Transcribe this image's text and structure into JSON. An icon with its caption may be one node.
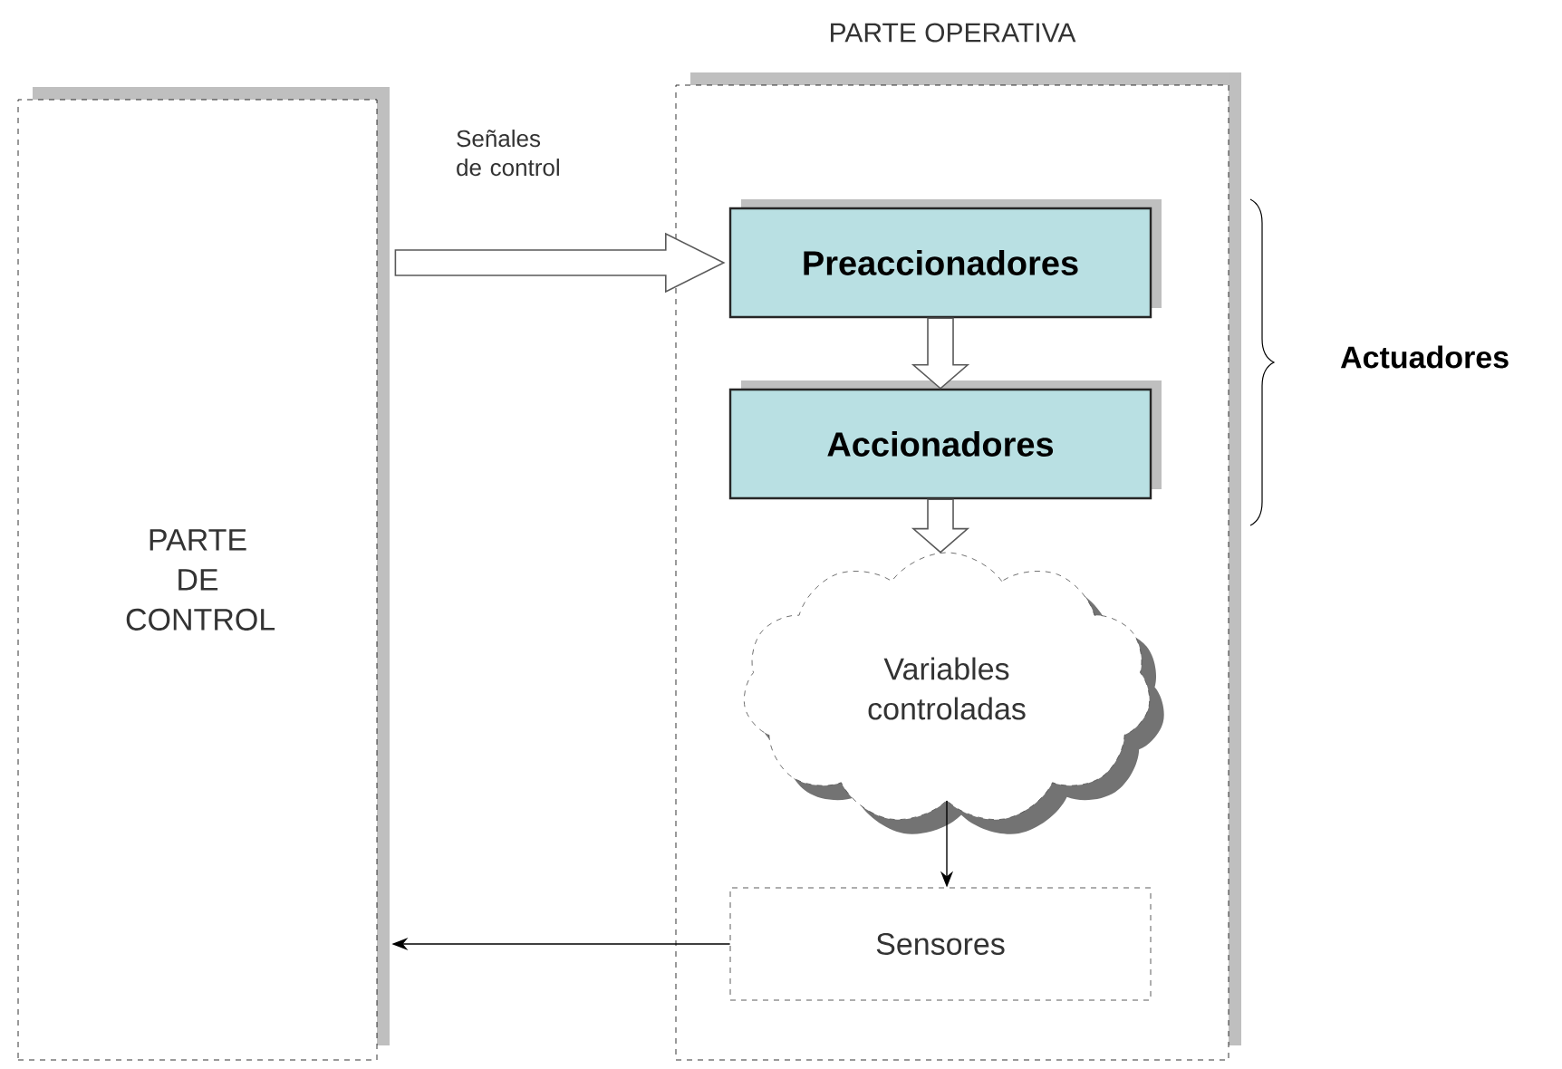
{
  "diagram": {
    "nodes": [
      {
        "text": [
          "PARTE DE CONTROL"
        ]
      },
      {
        "text": [
          "PARTE OPERATIVA"
        ]
      },
      {
        "text": [
          "Preaccionadores"
        ],
        "in": 1
      },
      {
        "text": [
          "Accionadores"
        ],
        "in": 1
      },
      {
        "text": [
          "Variables controladas"
        ],
        "in": 1
      },
      {
        "text": [
          "Sensores"
        ],
        "in": 1
      }
    ],
    "edges": [
      {
        "from": 0,
        "to": 2,
        "arrow": "to",
        "style": "thick",
        "label": "Señales de control"
      },
      {
        "from": 2,
        "to": 3,
        "arrow": "to",
        "style": "thick"
      },
      {
        "from": 3,
        "to": 4,
        "arrow": "to",
        "style": "thick"
      },
      {
        "from": 4,
        "to": 5,
        "arrow": "to"
      },
      {
        "from": 5,
        "to": 0,
        "arrow": "to"
      }
    ],
    "labels": [
      "Actuadores"
    ]
  }
}
